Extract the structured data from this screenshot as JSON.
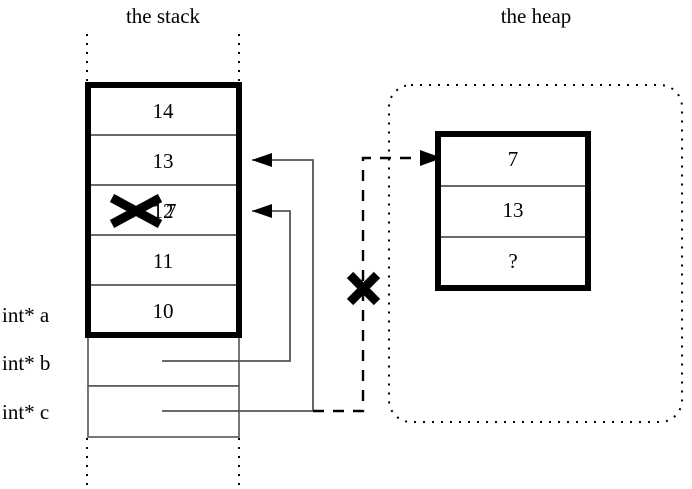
{
  "diagram": {
    "titles": {
      "stack": "the stack",
      "heap": "the heap"
    },
    "stack": {
      "array_cells": [
        {
          "value": "14",
          "crossed_out": false
        },
        {
          "value": "13",
          "crossed_out": false
        },
        {
          "value": "12",
          "crossed_out": true,
          "replacement": "7"
        },
        {
          "value": "11",
          "crossed_out": false
        },
        {
          "value": "10",
          "crossed_out": false
        }
      ],
      "variables": [
        {
          "label": "int* a",
          "points_to": "array-base"
        },
        {
          "label": "int* b",
          "points_to": "stack-cell-2"
        },
        {
          "label": "int* c",
          "points_to": "stack-cell-1"
        }
      ]
    },
    "heap": {
      "cells": [
        {
          "value": "7"
        },
        {
          "value": "13"
        },
        {
          "value": "?"
        }
      ]
    },
    "annotations": {
      "invalid_pointer_mark": "X",
      "crossed_value_mark": "X"
    },
    "colors": {
      "ink": "#000000",
      "thin_line": "#555555",
      "background": "#ffffff"
    }
  }
}
